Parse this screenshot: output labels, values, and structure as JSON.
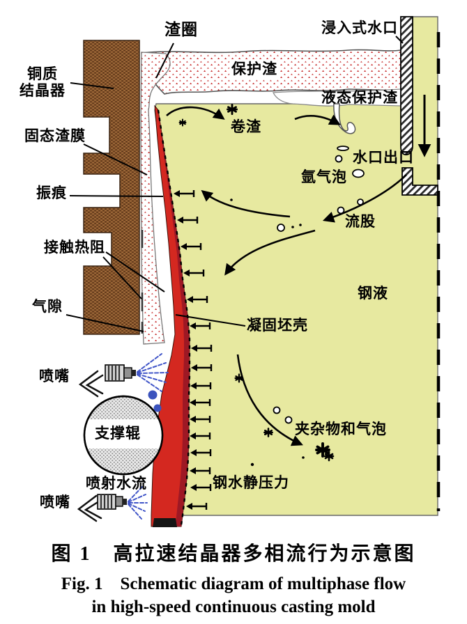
{
  "colors": {
    "molten_steel_yellow": "#e7e9a0",
    "shell_bright_red": "#d42820",
    "shell_dark_red": "#9e1824",
    "copper_mold_brown": "#8a572c",
    "mold_flux_dot_red": "#c83030",
    "spray_water_blue": "#4055c8"
  },
  "labels": {
    "submerged_entry_nozzle": "浸入式水口",
    "slag_rim": "渣圈",
    "copper_mold_line1": "铜质",
    "copper_mold_line2": "结晶器",
    "mold_flux": "保护渣",
    "liquid_mold_flux": "液态保护渣",
    "slag_entrainment": "卷渣",
    "solid_slag_film": "固态渣膜",
    "nozzle_outlet": "水口出口",
    "argon_bubbles": "氩气泡",
    "oscillation_marks": "振痕",
    "jet_stream": "流股",
    "contact_thermal_resistance": "接触热阻",
    "molten_steel": "钢液",
    "air_gap": "气隙",
    "solidified_shell": "凝固坯壳",
    "spray_nozzle_upper": "喷嘴",
    "support_roll": "支撑辊",
    "spray_water_jet": "喷射水流",
    "spray_nozzle_lower": "喷嘴",
    "ferrostatic_pressure": "钢水静压力",
    "inclusions_and_bubbles": "夹杂物和气泡"
  },
  "caption": {
    "line_cn": "图 1　高拉速结晶器多相流行为示意图",
    "line_en_1": "Fig. 1　Schematic diagram of multiphase flow",
    "line_en_2": "in high-speed continuous casting mold"
  }
}
